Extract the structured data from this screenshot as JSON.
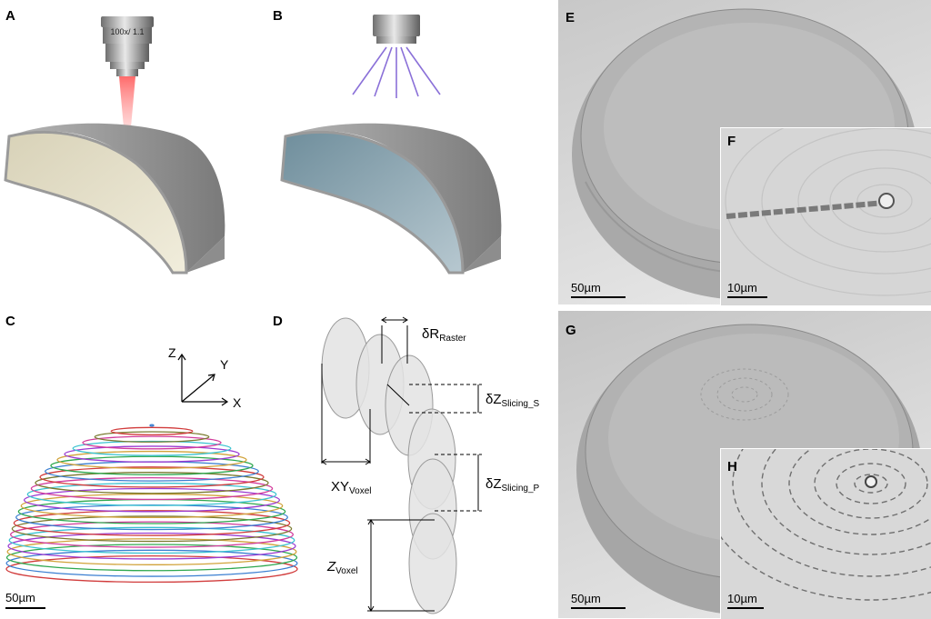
{
  "panels": {
    "A": {
      "letter": "A",
      "objective_label": "100x/ 1.1"
    },
    "B": {
      "letter": "B"
    },
    "C": {
      "letter": "C",
      "axis_z": "Z",
      "axis_y": "Y",
      "axis_x": "X",
      "scale": "50µm"
    },
    "D": {
      "letter": "D",
      "dR_main": "δR",
      "dR_sub": "Raster",
      "dZs_main": "δZ",
      "dZs_sub": "Slicing_S",
      "dZp_main": "δZ",
      "dZp_sub": "Slicing_P",
      "xy_main": "XY",
      "xy_sub": "Voxel",
      "z_main": "Z",
      "z_sub": "Voxel"
    },
    "E": {
      "letter": "E",
      "scale": "50µm"
    },
    "F": {
      "letter": "F",
      "scale": "10µm"
    },
    "G": {
      "letter": "G",
      "scale": "50µm"
    },
    "H": {
      "letter": "H",
      "scale": "10µm"
    }
  },
  "colors": {
    "resin_beige": "#e6e0c8",
    "resin_blue": "#8fa9b5",
    "shell_gray": "#9a9a9a",
    "laser_red": "#ff7a7a",
    "uv_violet": "#8a70d8",
    "voxel_fill": "#e6e6e6"
  },
  "slice_colors": [
    "#d13b3b",
    "#3b7fd1",
    "#2fa84f",
    "#d1a33b",
    "#9b3bd1",
    "#3bc3d1",
    "#d13b9b",
    "#7a7a2f"
  ]
}
